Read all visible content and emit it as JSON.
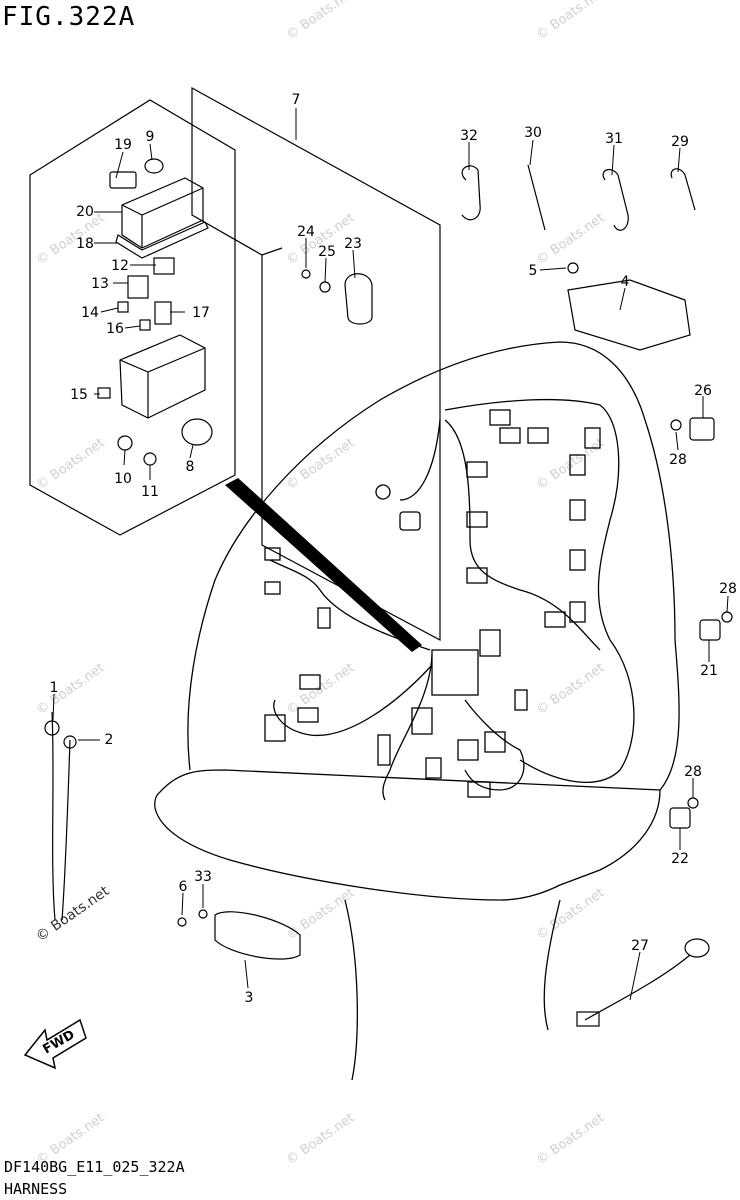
{
  "figure": {
    "title": "FIG.322A"
  },
  "footer": {
    "code": "DF140BG_E11_025_322A",
    "name": "HARNESS"
  },
  "direction_label": "FWD",
  "watermark": "© Boats.net",
  "parts": [
    {
      "id": "p1",
      "label": "1"
    },
    {
      "id": "p2",
      "label": "2"
    },
    {
      "id": "p3",
      "label": "3"
    },
    {
      "id": "p4",
      "label": "4"
    },
    {
      "id": "p5",
      "label": "5"
    },
    {
      "id": "p6",
      "label": "6"
    },
    {
      "id": "p7",
      "label": "7"
    },
    {
      "id": "p8",
      "label": "8"
    },
    {
      "id": "p9",
      "label": "9"
    },
    {
      "id": "p10",
      "label": "10"
    },
    {
      "id": "p11",
      "label": "11"
    },
    {
      "id": "p12",
      "label": "12"
    },
    {
      "id": "p13",
      "label": "13"
    },
    {
      "id": "p14",
      "label": "14"
    },
    {
      "id": "p15",
      "label": "15"
    },
    {
      "id": "p16",
      "label": "16"
    },
    {
      "id": "p17",
      "label": "17"
    },
    {
      "id": "p18",
      "label": "18"
    },
    {
      "id": "p19",
      "label": "19"
    },
    {
      "id": "p20",
      "label": "20"
    },
    {
      "id": "p21",
      "label": "21"
    },
    {
      "id": "p22",
      "label": "22"
    },
    {
      "id": "p23",
      "label": "23"
    },
    {
      "id": "p24",
      "label": "24"
    },
    {
      "id": "p25",
      "label": "25"
    },
    {
      "id": "p26",
      "label": "26"
    },
    {
      "id": "p27",
      "label": "27"
    },
    {
      "id": "p28a",
      "label": "28"
    },
    {
      "id": "p28b",
      "label": "28"
    },
    {
      "id": "p28c",
      "label": "28"
    },
    {
      "id": "p29",
      "label": "29"
    },
    {
      "id": "p30",
      "label": "30"
    },
    {
      "id": "p31",
      "label": "31"
    },
    {
      "id": "p32",
      "label": "32"
    },
    {
      "id": "p33",
      "label": "33"
    }
  ]
}
